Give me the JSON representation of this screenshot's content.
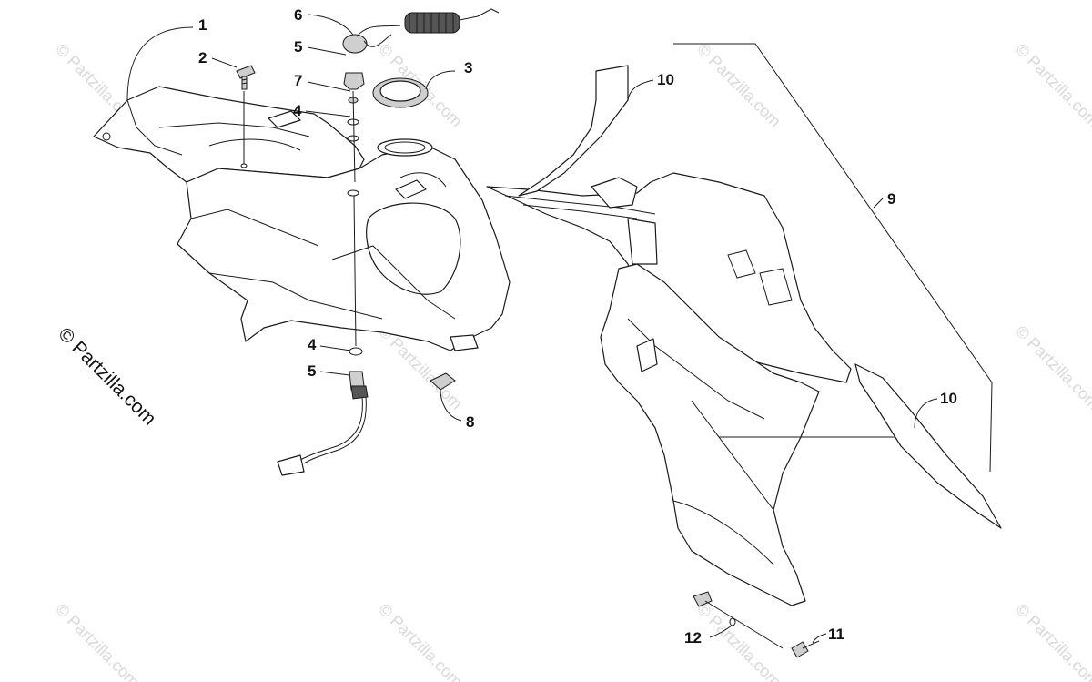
{
  "copyright_text": "© Partzilla.com",
  "watermark_text": "© Partzilla.com",
  "callouts": {
    "c1": "1",
    "c2": "2",
    "c3": "3",
    "c4a": "4",
    "c4b": "4",
    "c5a": "5",
    "c5b": "5",
    "c6": "6",
    "c7": "7",
    "c8": "8",
    "c9": "9",
    "c10a": "10",
    "c10b": "10",
    "c11": "11",
    "c12": "12"
  },
  "colors": {
    "line": "#1a1a1a",
    "watermark": "#d9d9d9",
    "background": "#ffffff"
  }
}
